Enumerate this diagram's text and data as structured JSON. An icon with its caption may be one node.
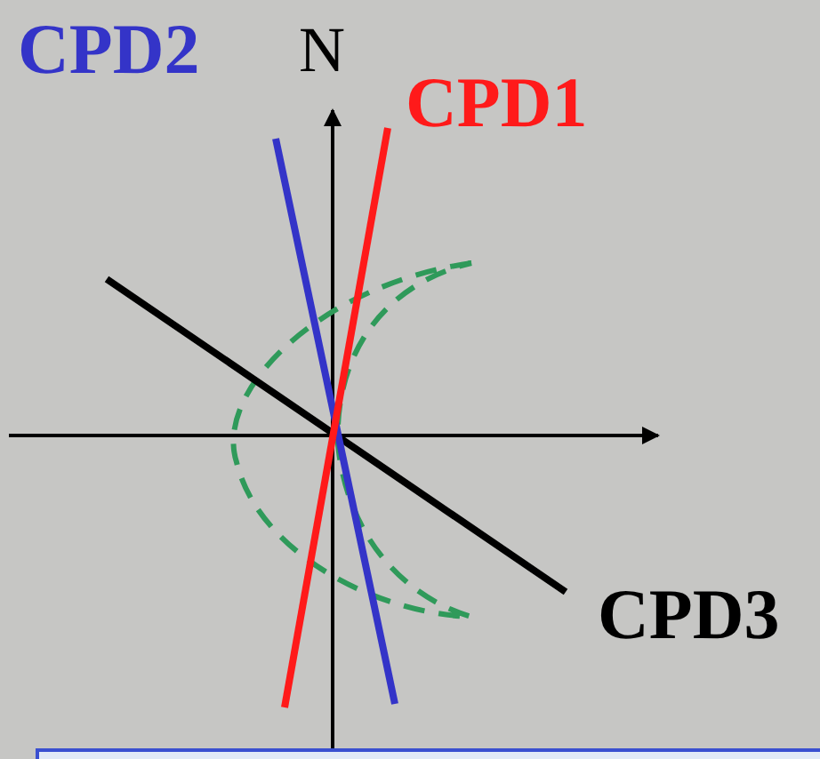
{
  "diagram": {
    "labels": [
      "CPD2",
      "N",
      "CPD1",
      "CPD3"
    ]
  }
}
